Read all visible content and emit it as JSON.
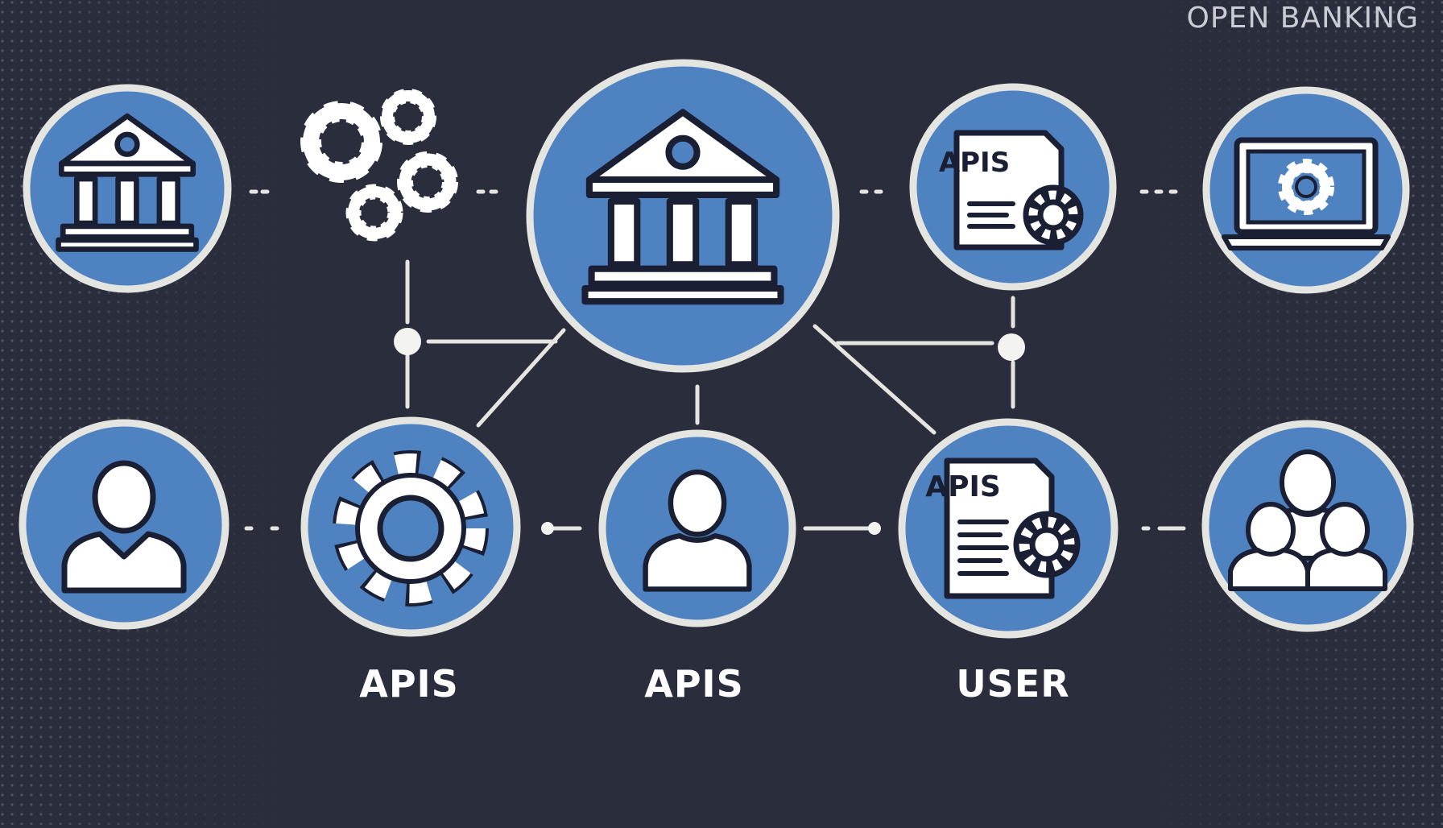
{
  "header": {
    "title": "OPEN BANKING"
  },
  "colors": {
    "background": "#2a2d3b",
    "node_fill": "#4f82c1",
    "node_ring": "#e4e4e0",
    "icon_fill": "#ffffff",
    "icon_stroke": "#1a1f33",
    "connector": "#e4e4e0"
  },
  "nodes": [
    {
      "id": "bank-left",
      "icon": "bank-icon"
    },
    {
      "id": "gears-cluster",
      "icon": "gears-icon"
    },
    {
      "id": "bank-center",
      "icon": "bank-icon"
    },
    {
      "id": "apis-doc-top",
      "icon": "api-document-icon",
      "badge": "APIS"
    },
    {
      "id": "laptop",
      "icon": "laptop-gear-icon"
    },
    {
      "id": "user-left",
      "icon": "user-icon"
    },
    {
      "id": "gear-center",
      "icon": "gear-icon"
    },
    {
      "id": "user-center",
      "icon": "user-icon"
    },
    {
      "id": "apis-doc-bottom",
      "icon": "api-document-icon",
      "badge": "APIS"
    },
    {
      "id": "group",
      "icon": "user-group-icon"
    }
  ],
  "captions": [
    {
      "text": "APIS"
    },
    {
      "text": "APIS"
    },
    {
      "text": "USER"
    }
  ]
}
